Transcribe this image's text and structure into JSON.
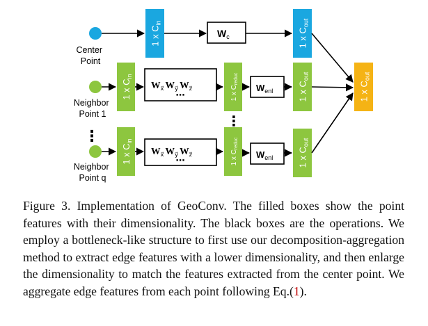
{
  "figure": {
    "center_label": [
      "Center",
      "Point"
    ],
    "neighbor1_label": [
      "Neighbor",
      "Point 1"
    ],
    "neighborq_label": [
      "Neighbor",
      "Point q"
    ],
    "ellipsis_vertical": "⋮",
    "ellipsis_horizontal": "⋯",
    "features": {
      "center_in": {
        "base": "1 x C",
        "sub": "in"
      },
      "center_out": {
        "base": "1 x C",
        "sub": "out"
      },
      "n1_in": {
        "base": "1 x C",
        "sub": "in"
      },
      "n1_reduc": {
        "base": "1 x C",
        "sub": "reduc"
      },
      "n1_out": {
        "base": "1 x C",
        "sub": "out"
      },
      "nq_in": {
        "base": "1 x C",
        "sub": "in"
      },
      "nq_reduc": {
        "base": "1 x C",
        "sub": "reduc"
      },
      "nq_out": {
        "base": "1 x C",
        "sub": "out"
      },
      "final_out": {
        "base": "1 x C",
        "sub": "out"
      }
    },
    "ops": {
      "wc": {
        "base": "W",
        "sub": "c"
      },
      "wenl1": {
        "base": "W",
        "sub": "enl"
      },
      "wenlq": {
        "base": "W",
        "sub": "enl"
      },
      "wxyz": {
        "w": "W",
        "sx": "x⃗",
        "sy": "y⃗",
        "sz": "z⃗"
      }
    },
    "colors": {
      "blue": "#1aa7e0",
      "green": "#8dc63f",
      "orange": "#f5b315"
    }
  },
  "caption": {
    "label": "Figure 3.",
    "text": "Implementation of GeoConv. The filled boxes show the point features with their dimensionality. The black boxes are the operations. We employ a bottleneck-like structure to first use our decomposition-aggregation method to extract edge features with a lower dimensionality, and then enlarge the dimensionality to match the features extracted from the center point. We aggregate edge features from each point following Eq.(",
    "ref": "1",
    "end": ")."
  }
}
